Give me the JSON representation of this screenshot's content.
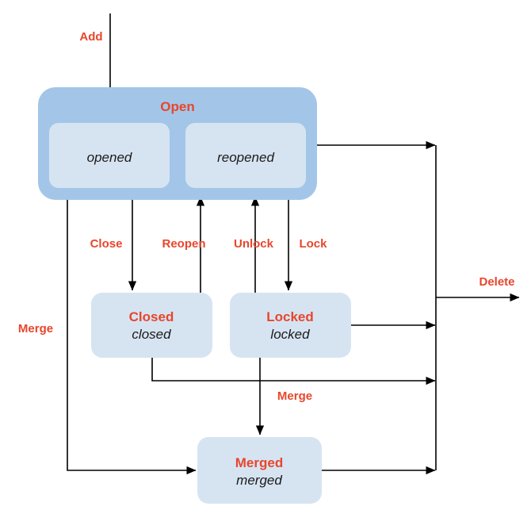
{
  "diagram": {
    "type": "state-machine",
    "title": "",
    "colors": {
      "background": "#ffffff",
      "group_fill": "#a3c6e8",
      "state_fill": "#d6e4f2",
      "accent_red": "#e8462c",
      "edge_stroke": "#000000",
      "state_text": "#1a1a1a"
    },
    "groups": [
      {
        "id": "open-group",
        "title": "Open",
        "substates": [
          {
            "id": "opened",
            "label": "opened"
          },
          {
            "id": "reopened",
            "label": "reopened"
          }
        ]
      }
    ],
    "states": [
      {
        "id": "closed",
        "title": "Closed",
        "value": "closed"
      },
      {
        "id": "locked",
        "title": "Locked",
        "value": "locked"
      },
      {
        "id": "merged",
        "title": "Merged",
        "value": "merged"
      }
    ],
    "transitions": [
      {
        "id": "add",
        "label": "Add",
        "from": "start",
        "to": "opened"
      },
      {
        "id": "close",
        "label": "Close",
        "from": "opened",
        "to": "closed"
      },
      {
        "id": "reopen",
        "label": "Reopen",
        "from": "closed",
        "to": "reopened"
      },
      {
        "id": "unlock",
        "label": "Unlock",
        "from": "locked",
        "to": "reopened"
      },
      {
        "id": "lock",
        "label": "Lock",
        "from": "open",
        "to": "locked"
      },
      {
        "id": "merge-left",
        "label": "Merge",
        "from": "open",
        "to": "merged"
      },
      {
        "id": "merge-center",
        "label": "Merge",
        "from": "locked",
        "to": "merged"
      },
      {
        "id": "delete",
        "label": "Delete",
        "from": "any",
        "to": "end"
      }
    ]
  }
}
